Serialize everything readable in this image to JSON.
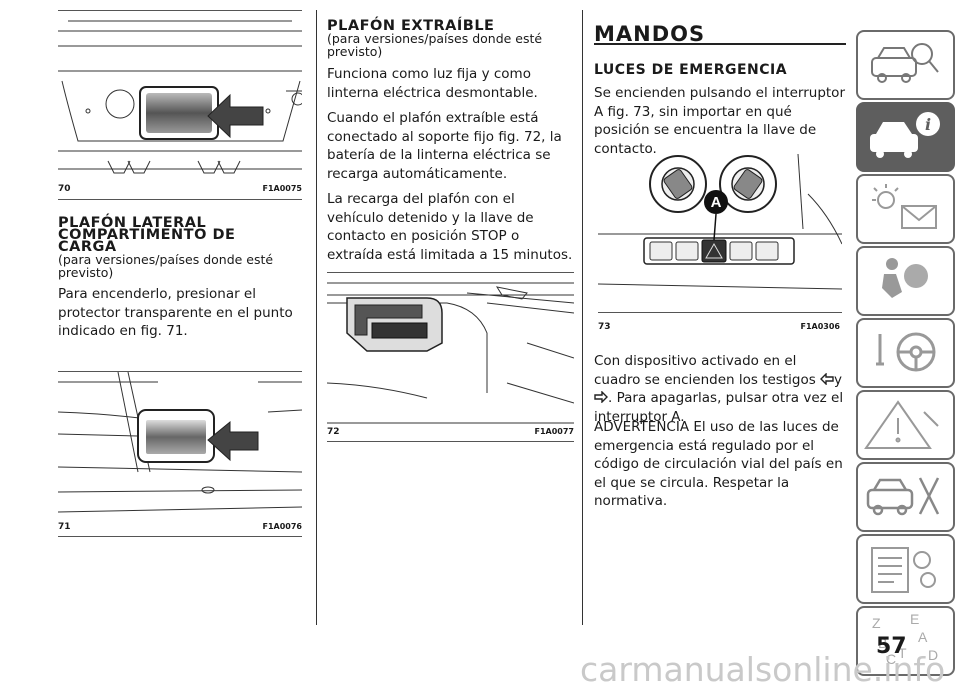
{
  "fig70": {
    "num": "70",
    "code": "F1A0075"
  },
  "section1": {
    "title_l1": "PLAFÓN LATERAL",
    "title_l2": "COMPARTIMENTO DE",
    "title_l3": "CARGA",
    "note": "(para versiones/países donde esté previsto)",
    "body": "Para encenderlo, presionar el protector transparente en el punto indicado en fig. 71."
  },
  "fig71": {
    "num": "71",
    "code": "F1A0076"
  },
  "section2": {
    "title": "PLAFÓN EXTRAÍBLE",
    "note": "(para versiones/países donde esté previsto)",
    "p1": "Funciona como luz fija y como linterna eléctrica desmontable.",
    "p2": "Cuando el plafón extraíble está conectado al soporte fijo fig. 72, la batería de la linterna eléctrica se recarga automáticamente.",
    "p3": "La recarga del plafón con el vehículo detenido y la llave de contacto en posición STOP o extraída está limitada a 15 minutos."
  },
  "fig72": {
    "num": "72",
    "code": "F1A0077"
  },
  "section3": {
    "heading": "MANDOS",
    "sub": "LUCES DE EMERGENCIA",
    "p1": "Se encienden pulsando el interruptor A fig. 73, sin importar en qué posición se encuentra la llave de contacto.",
    "p2_a": "Con dispositivo activado en el cuadro se encienden los testigos",
    "p2_y": "y",
    "p2_b": ". Para apagarlas, pulsar otra vez el interruptor A.",
    "p3": "ADVERTENCIA El uso de las luces de emergencia está regulado por el código de circulación vial del país en el que se circula. Respetar la normativa."
  },
  "fig73": {
    "num": "73",
    "code": "F1A0306",
    "label": "A"
  },
  "tabs": [
    "car-knowledge-icon",
    "dashboard-info-icon",
    "safety-lights-icon",
    "airbag-seat-icon",
    "starting-driving-icon",
    "emergency-icon",
    "maintenance-icon",
    "technical-data-icon",
    "index-icon"
  ],
  "page_number": "57",
  "watermark": "carmanualsonline.info"
}
